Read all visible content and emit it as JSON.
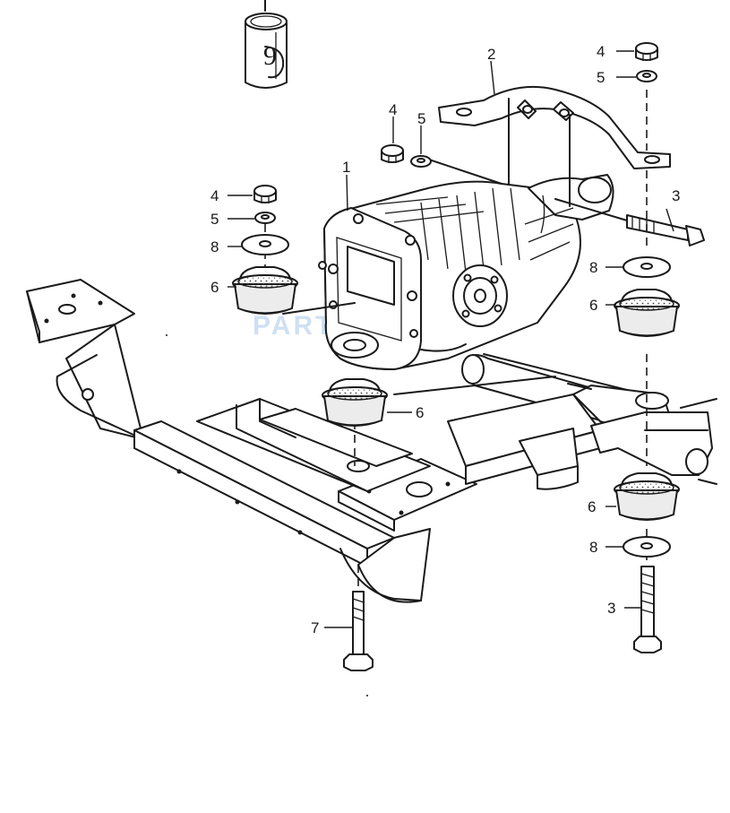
{
  "watermark": "PARTSOUQ",
  "can_label": "9",
  "callouts": {
    "c1": "1",
    "c2": "2",
    "c3a": "3",
    "c3b": "3",
    "c4a": "4",
    "c4b": "4",
    "c4c": "4",
    "c5a": "5",
    "c5b": "5",
    "c5c": "5",
    "c6a": "6",
    "c6b": "6",
    "c6c": "6",
    "c6d": "6",
    "c7": "7",
    "c8a": "8",
    "c8b": "8",
    "c8c": "8"
  },
  "colors": {
    "line": "#1a1a1a",
    "watermark": "#a9c7ea"
  }
}
